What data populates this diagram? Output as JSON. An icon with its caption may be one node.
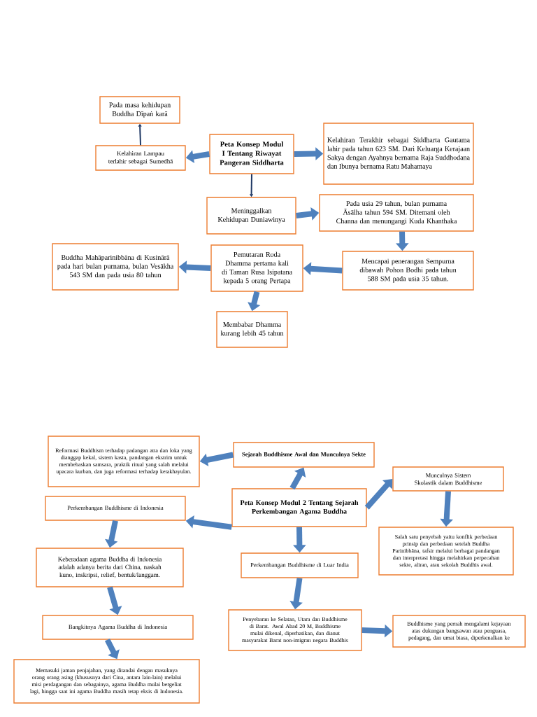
{
  "diagram": {
    "nodes": [
      {
        "text": [
          "Pada masa kehidupan Buddha Dīpaṅ karā"
        ]
      },
      {
        "text": [
          "Kelahiran Lampau terlahir sebagai Sumedhā"
        ]
      },
      {
        "text": [
          "Peta Konsep Modul I Tentang Riwayat Pangeran Siddharta"
        ]
      },
      {
        "text": [
          "Kelahiran Terakhir sebagai Siddharta Gautama lahir pada tahun 623 SM. Dari Keluarga Kerajaan Sakya dengan Ayahnya bernama Raja Suddhodana dan Ibunya bernama Ratu Mahamaya"
        ]
      },
      {
        "text": [
          "Meninggalkan Kehidupan Duniawinya"
        ]
      },
      {
        "text": [
          "Pada usia 29 tahun, bulan purnama Ãsālha tahun 594 SM. Ditemani oleh Channa dan menungangi Kuda Khanthaka"
        ]
      },
      {
        "text": [
          "Buddha Mahāparinibbāna di Kusinārā pada hari bulan purnama, bulan Vesākha 543 SM dan pada usia 80 tahun"
        ]
      },
      {
        "text": [
          "Pemutaran Roda Dhamma pertama kali di Taman Rusa Isipatana kepada 5 orang Pertapa"
        ]
      },
      {
        "text": [
          "Mencapai penerangan Sempurna dibawah Pohon Bodhi pada tahun 588 SM pada usia 35 tahun."
        ]
      },
      {
        "text": [
          "Membabar Dhamma kurang lebih 45 tahun"
        ]
      },
      {
        "text": [
          "Reformasi Buddhism terhadap padangan atta dan loka yang dianggap kekal, sistem kasta, pandangan ekstrim untuk membebaskan samsara, praktik ritual yang salah melalui upacara kurban, dan juga reformasi terhadap ketakhayulan."
        ]
      },
      {
        "text": [
          "Sejarah Buddhisme Awal dan Munculnya Sekte"
        ]
      },
      {
        "text": [
          "Peta Konsep Modul 2 Tentang Sejarah Perkembangan Agama Buddha"
        ]
      },
      {
        "text": [
          "Munculnya Sistem Skolastik dalam Buddhisme"
        ]
      },
      {
        "text": [
          "Perkembangan Buddhisme di Indonesia"
        ]
      },
      {
        "text": [
          "Salah satu penyebab yaitu konflik perbedaan prinsip dan perbedaan setelah Buddha Parinibbāna, tafsir melalui berbagai pandangan dan interpretasi hingga melahirkan perpecahan sekte, aliran, atau sekolah Buddhis awal."
        ]
      },
      {
        "text": [
          "Keberadaan agama Buddha di Indonesia adalah adanya berita dari China, naskah kuno, inskripsi, relief, bentuk/langgam."
        ]
      },
      {
        "text": [
          "Perkembangan Buddhisme di Luar India"
        ]
      },
      {
        "text": [
          "Bangkitnya Agama Buddha di Indonesia"
        ]
      },
      {
        "text": [
          "Penyebaran ke Selatan, Utara dan Buddhisme di Barat. Awal Abad 20 M, Buddhisme mulai dikenal, diperhatikan, dan dianut masyarakat Barat non-imigran negara Buddhis"
        ]
      },
      {
        "text": [
          "Buddhisme yang pernah mengalami kejayaan atas dukungan bangsawan atau penguasa, pedagang, dan umat biasa, diperkenalkan ke"
        ]
      },
      {
        "text": [
          "Memasuki jaman penjajahan, yang ditandai dengan masuknya orang orang asing (khususnya dari Cina, antara lain-lain) melalui misi perdagangan dan sebagainya, agama Buddha mulai bergeliat lagi, hingga saat ini agama Buddha masih tetap eksis di Indonesia."
        ]
      }
    ],
    "edges": [
      {
        "from": 1,
        "to": 0,
        "arrow": "to",
        "color": "#1f3864"
      },
      {
        "from": 2,
        "to": 1,
        "arrow": "to"
      },
      {
        "from": 2,
        "to": 3,
        "arrow": "to"
      },
      {
        "from": 2,
        "to": 4,
        "arrow": "to",
        "color": "#1f3864"
      },
      {
        "from": 4,
        "to": 5,
        "arrow": "to"
      },
      {
        "from": 5,
        "to": 8,
        "arrow": "to"
      },
      {
        "from": 8,
        "to": 7,
        "arrow": "to"
      },
      {
        "from": 7,
        "to": 6,
        "arrow": "to"
      },
      {
        "from": 7,
        "to": 9,
        "arrow": "to"
      },
      {
        "from": 12,
        "to": 11,
        "arrow": "to"
      },
      {
        "from": 11,
        "to": 10,
        "arrow": "to"
      },
      {
        "from": 12,
        "to": 13,
        "arrow": "to"
      },
      {
        "from": 13,
        "to": 15,
        "arrow": "to"
      },
      {
        "from": 12,
        "to": 14,
        "arrow": "to"
      },
      {
        "from": 14,
        "to": 16,
        "arrow": "to"
      },
      {
        "from": 16,
        "to": 18,
        "arrow": "to"
      },
      {
        "from": 18,
        "to": 21,
        "arrow": "to"
      },
      {
        "from": 12,
        "to": 17,
        "arrow": "to"
      },
      {
        "from": 17,
        "to": 19,
        "arrow": "to"
      },
      {
        "from": 19,
        "to": 20,
        "arrow": "to"
      }
    ]
  }
}
